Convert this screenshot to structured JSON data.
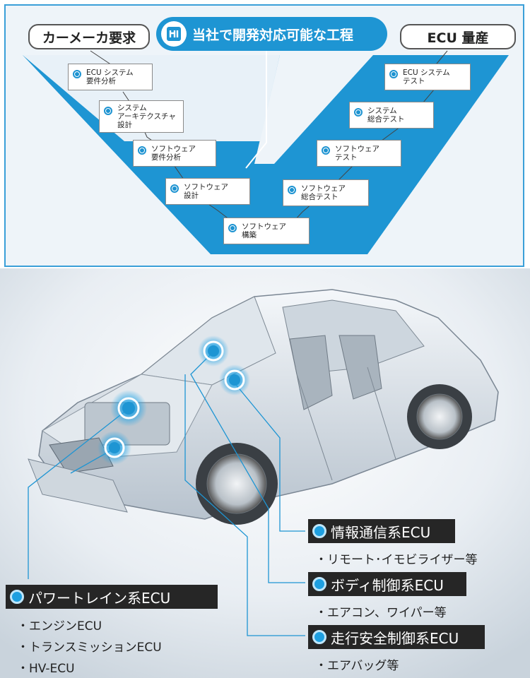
{
  "v_model": {
    "left_header": "カーメーカ要求",
    "right_header": "ECU 量産",
    "center_label": "当社で開発対応可能な工程",
    "left_steps": [
      {
        "label": "ECU システム\n要件分析"
      },
      {
        "label": "システム\nアーキテクスチャ\n設計"
      },
      {
        "label": "ソフトウェア\n要件分析"
      },
      {
        "label": "ソフトウェア\n設計"
      }
    ],
    "bottom_step": {
      "label": "ソフトウェア\n構築"
    },
    "right_steps": [
      {
        "label": "ECU システム\nテスト"
      },
      {
        "label": "システム\n総合テスト"
      },
      {
        "label": "ソフトウェア\nテスト"
      },
      {
        "label": "ソフトウェア\n総合テスト"
      }
    ]
  },
  "categories": [
    {
      "title": "情報通信系ECU",
      "examples": [
        "・リモート･イモビライザー等"
      ]
    },
    {
      "title": "ボディ制御系ECU",
      "examples": [
        "・エアコン、ワイパー等"
      ]
    },
    {
      "title": "走行安全制御系ECU",
      "examples": [
        "・エアバッグ等"
      ]
    },
    {
      "title": "パワートレイン系ECU",
      "examples": [
        "・エンジンECU",
        "・トランスミッションECU",
        "・HV-ECU"
      ]
    }
  ],
  "colors": {
    "accent": "#1e95d3",
    "panel_border": "#3a9fd8",
    "label_bg": "#262626"
  }
}
